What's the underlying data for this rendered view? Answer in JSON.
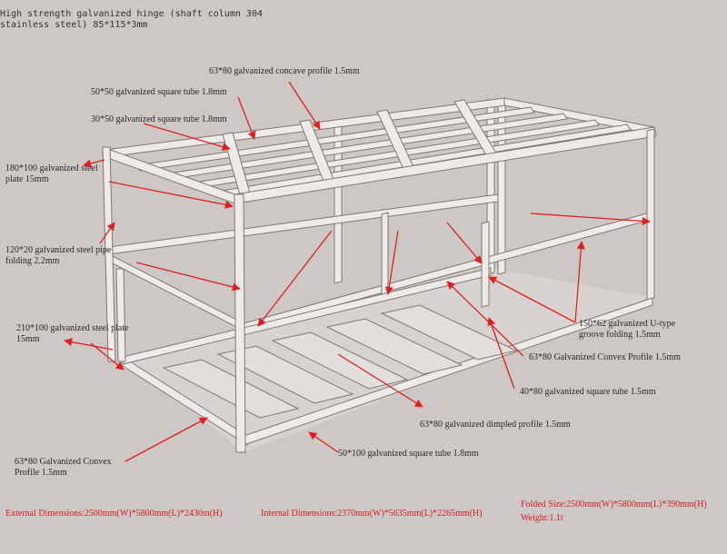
{
  "labels": {
    "concave_profile": "63*80 galvanized concave profile 1.5mm",
    "square_tube_50x50": "50*50 galvanized square tube 1.8mm",
    "square_tube_30x50": "30*50 galvanized square tube 1.8mm",
    "steel_plate_180x100": "180*100 galvanized steel plate 15mm",
    "hinge": "High strength galvanized hinge (shaft column 304 stainless steel) 85*115*3mm",
    "steel_pipe_120x20": "120*20 galvanized steel pipe folding 2.2mm",
    "steel_plate_210x100": "210*100 galvanized steel plate 15mm",
    "u_groove": "150*62 galvanized U-type groove folding 1.5mm",
    "convex_profile_right": "63*80 Galvanized Convex Profile 1.5mm",
    "square_tube_40x80": "40*80 galvanized square tube 1.5mm",
    "dimpled_profile": "63*80 galvanized dimpled profile 1.5mm",
    "convex_profile_left": "63*80 Galvanized Convex Profile 1.5mm",
    "square_tube_50x100": "50*100 galvanized square tube 1.8mm"
  },
  "specs": {
    "external": "External Dimensions:2500mm(W)*5800mm(L)*2430m(H)",
    "internal": "Internal Dimensions:2370mm(W)*5635mm(L)*2265mm(H)",
    "folded": "Folded Size:2500mm(W)*5800mm(L)*390mm(H)",
    "weight": "Weight:1.1t"
  },
  "colors": {
    "background": "#cdc7c5",
    "frame": "#eeeae8",
    "arrow": "#e02020",
    "spec_text": "#d42020"
  }
}
